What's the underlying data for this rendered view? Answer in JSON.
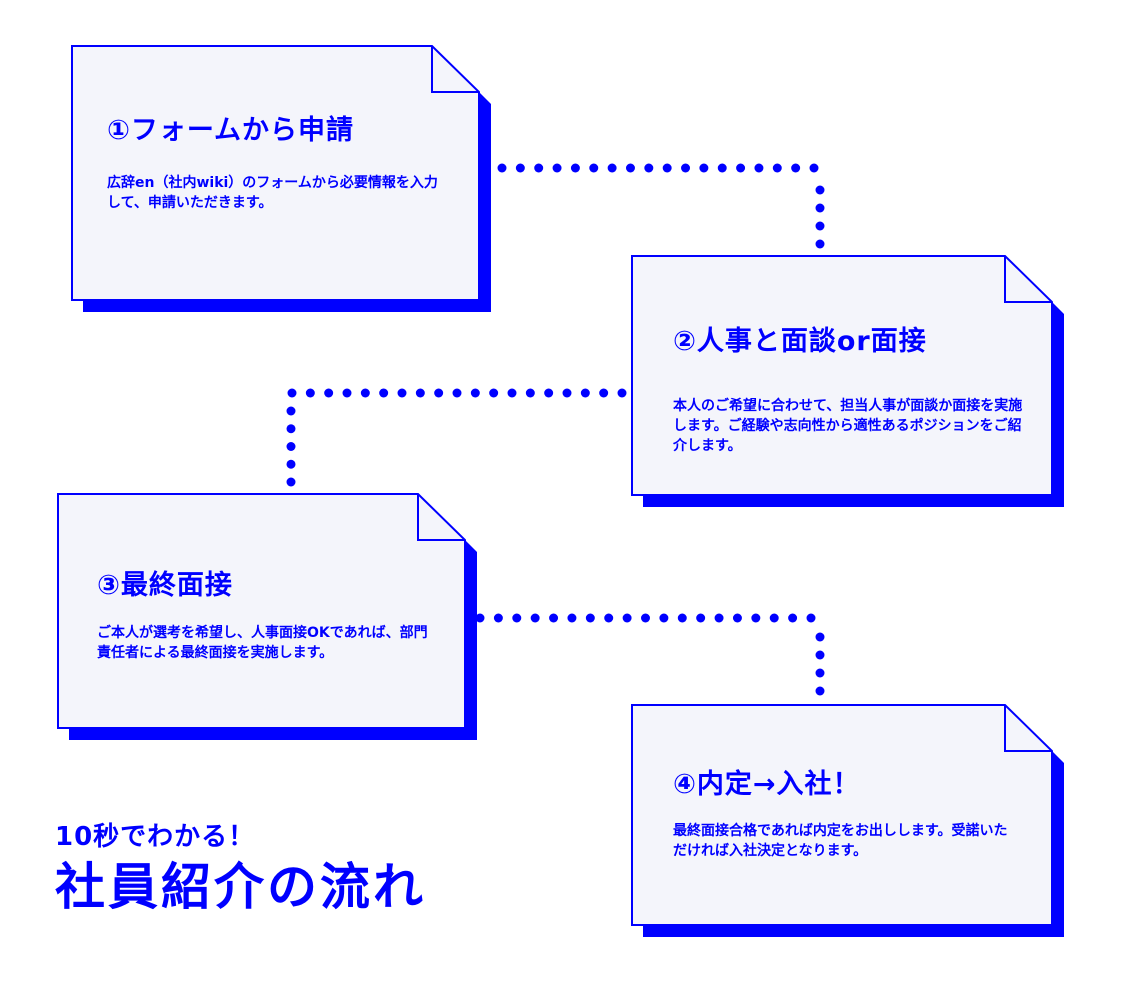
{
  "colors": {
    "accent": "#0000ff",
    "card_fill": "#f4f5fb",
    "background": "#ffffff"
  },
  "steps": [
    {
      "number": "①",
      "title": "①フォームから申請",
      "description": "広辞en（社内wiki）のフォームから必要情報を入力して、申請いただきます。"
    },
    {
      "number": "②",
      "title": "②人事と面談or面接",
      "description": "本人のご希望に合わせて、担当人事が面談か面接を実施します。ご経験や志向性から適性あるポジションをご紹介します。"
    },
    {
      "number": "③",
      "title": "③最終面接",
      "description": "ご本人が選考を希望し、人事面接OKであれば、部門責任者による最終面接を実施します。"
    },
    {
      "number": "④",
      "title": "④内定→入社！",
      "description": "最終面接合格であれば内定をお出しします。受諾いただければ入社決定となります。"
    }
  ],
  "headline": {
    "subtitle": "10秒でわかる！",
    "title": "社員紹介の流れ"
  }
}
